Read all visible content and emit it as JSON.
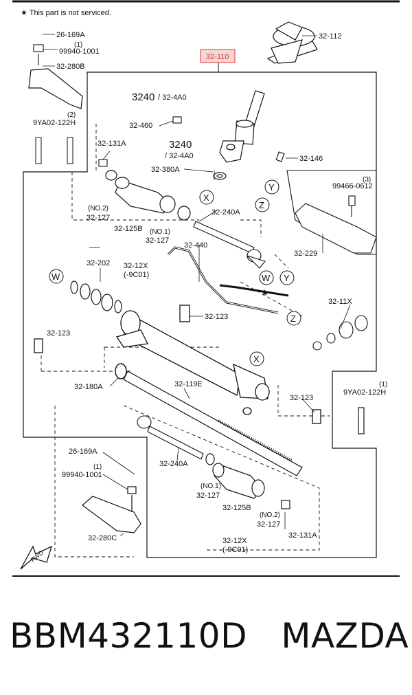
{
  "header": {
    "note": "★ This part is not serviced."
  },
  "highlight_color": "#d33333",
  "callouts": {
    "c_26169A_top": "26-169A",
    "c_1_top": "(1)",
    "c_99940_top": "99940-1001",
    "c_32280B": "32-280B",
    "c_2": "(2)",
    "c_9YA02_top": "9YA02-122H",
    "c_32110": "32-110",
    "c_32112": "32-112",
    "c_3240a_num": "3240",
    "c_3240a_rest": "/ 32-4A0",
    "c_32460": "32-460",
    "c_32131A_top": "32-131A",
    "c_3240b_num": "3240",
    "c_3240b_rest": "/ 32-4A0",
    "c_32146": "32-146",
    "c_32380A": "32-380A",
    "c_3_right": "(3)",
    "c_99466": "99466-0612",
    "c_no2_top": "(NO.2)",
    "c_32127_top_a": "32-127",
    "c_32125B_top": "32-125B",
    "c_no1_top": "(NO.1)",
    "c_32127_top_b": "32-127",
    "c_32240A_top": "32-240A",
    "c_32229": "32-229",
    "c_32202": "32-202",
    "c_32440": "32-440",
    "c_3212X_top": "32-12X",
    "c_9C01_top": "(-9C01)",
    "c_32123_mid": "32-123",
    "c_3211X": "32-11X",
    "c_32123_left": "32-123",
    "c_32180A": "32-180A",
    "c_32119E": "32-119E",
    "c_32123_right": "32-123",
    "c_1_right": "(1)",
    "c_9YA02_right": "9YA02-122H",
    "c_26169A_bot": "26-169A",
    "c_1_bot": "(1)",
    "c_99940_bot": "99940-1001",
    "c_32240A_bot": "32-240A",
    "c_no1_bot": "(NO.1)",
    "c_32127_bot_a": "32-127",
    "c_32125B_bot": "32-125B",
    "c_no2_bot": "(NO.2)",
    "c_32127_bot_b": "32-127",
    "c_32131A_bot": "32-131A",
    "c_32280C": "32-280C",
    "c_3212X_bot": "32-12X",
    "c_9C01_bot": "(-9C01)",
    "fwd": "FWD"
  },
  "markers": {
    "y1": "Y",
    "x1": "X",
    "z1": "Z",
    "w1": "W",
    "w2": "W",
    "y2": "Y",
    "z2": "Z",
    "x2": "X",
    "star": "★"
  },
  "caption": {
    "part_number": "BBM432110D",
    "brand": "MAZDA"
  }
}
